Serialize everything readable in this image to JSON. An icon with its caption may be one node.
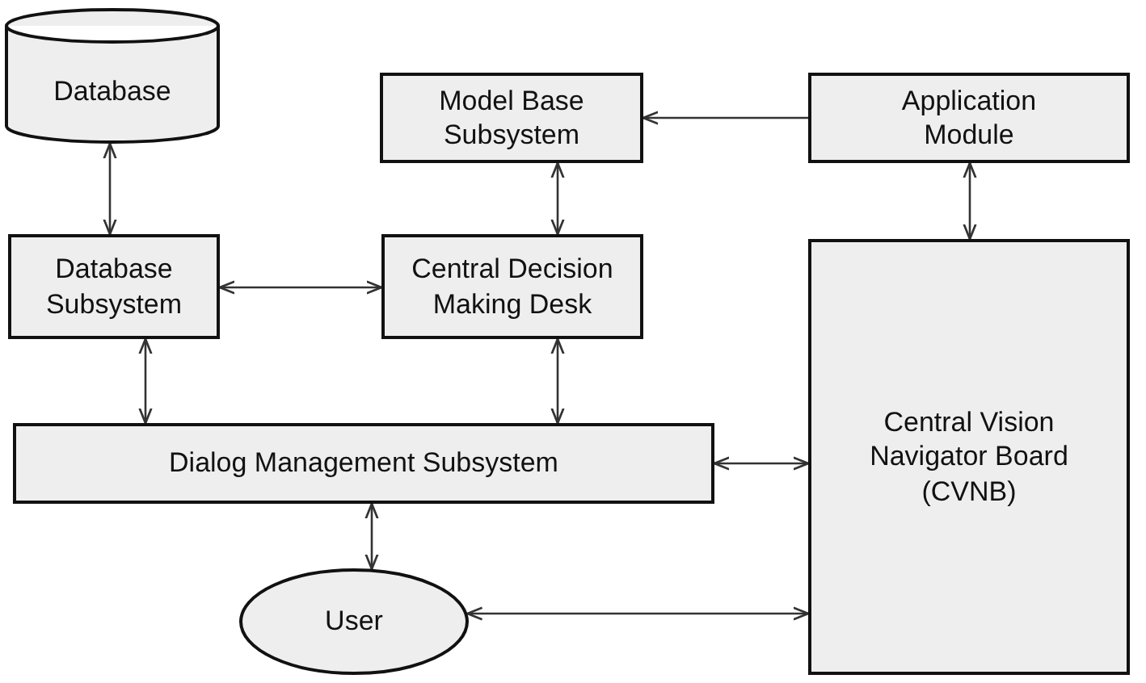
{
  "diagram": {
    "nodes": [
      {
        "text": [
          "Database"
        ]
      },
      {
        "text": [
          "Model Base Subsystem"
        ]
      },
      {
        "text": [
          "Application Module"
        ]
      },
      {
        "text": [
          "Database Subsystem"
        ]
      },
      {
        "text": [
          "Central Decision Making Desk"
        ]
      },
      {
        "text": [
          "Central Vision Navigator Board (CVNB)"
        ]
      },
      {
        "text": [
          "Dialog Management Subsystem"
        ]
      },
      {
        "text": [
          "User"
        ]
      }
    ],
    "edges": [
      {
        "from": 0,
        "to": 3,
        "arrow": "both"
      },
      {
        "from": 2,
        "to": 1,
        "arrow": "to"
      },
      {
        "from": 1,
        "to": 4,
        "arrow": "both"
      },
      {
        "from": 2,
        "to": 5,
        "arrow": "both"
      },
      {
        "from": 3,
        "to": 4,
        "arrow": "both"
      },
      {
        "from": 3,
        "to": 6,
        "arrow": "both"
      },
      {
        "from": 4,
        "to": 6,
        "arrow": "both"
      },
      {
        "from": 6,
        "to": 5,
        "arrow": "both"
      },
      {
        "from": 6,
        "to": 7,
        "arrow": "both"
      },
      {
        "from": 7,
        "to": 5,
        "arrow": "both"
      }
    ]
  }
}
